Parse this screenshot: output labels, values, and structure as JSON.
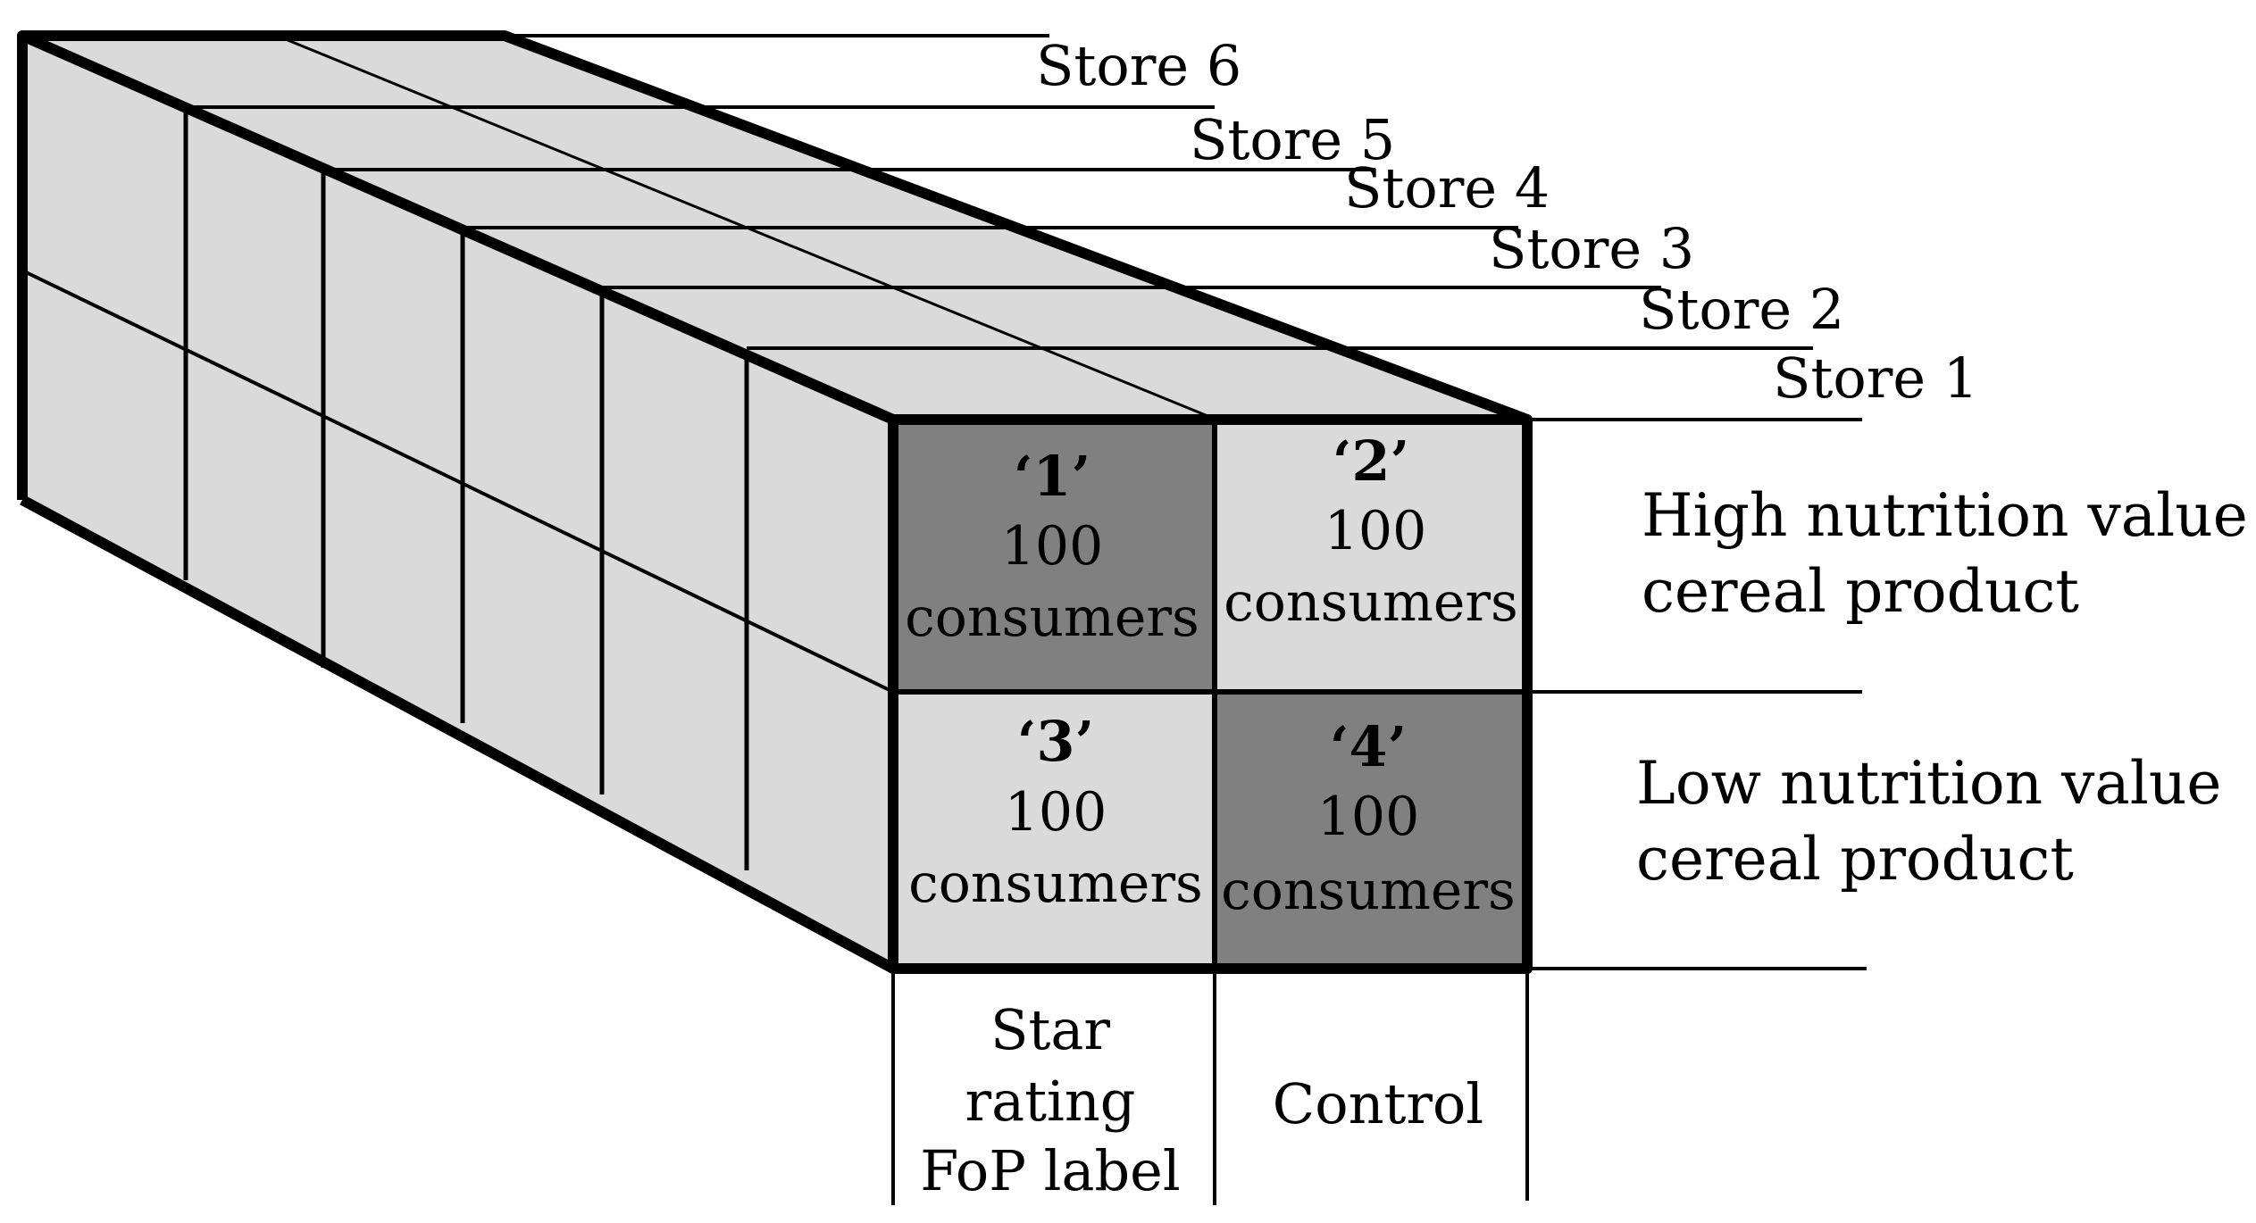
{
  "colors": {
    "light_fill": "#dadada",
    "dark_fill": "#808080",
    "line": "#000000",
    "background": "#ffffff"
  },
  "stores": [
    "Store 6",
    "Store 5",
    "Store 4",
    "Store 3",
    "Store 2",
    "Store 1"
  ],
  "rows": [
    {
      "line1": "High nutrition value",
      "line2": "cereal product"
    },
    {
      "line1": "Low nutrition value",
      "line2": "cereal product"
    }
  ],
  "columns": [
    {
      "lines": [
        "Star",
        "rating",
        "FoP label"
      ]
    },
    {
      "lines": [
        "Control"
      ]
    }
  ],
  "cells": [
    {
      "id": "‘1’",
      "count": "100",
      "unit": "consumers",
      "shade": "dark"
    },
    {
      "id": "‘2’",
      "count": "100",
      "unit": "consumers",
      "shade": "light"
    },
    {
      "id": "‘3’",
      "count": "100",
      "unit": "consumers",
      "shade": "light"
    },
    {
      "id": "‘4’",
      "count": "100",
      "unit": "consumers",
      "shade": "dark"
    }
  ]
}
